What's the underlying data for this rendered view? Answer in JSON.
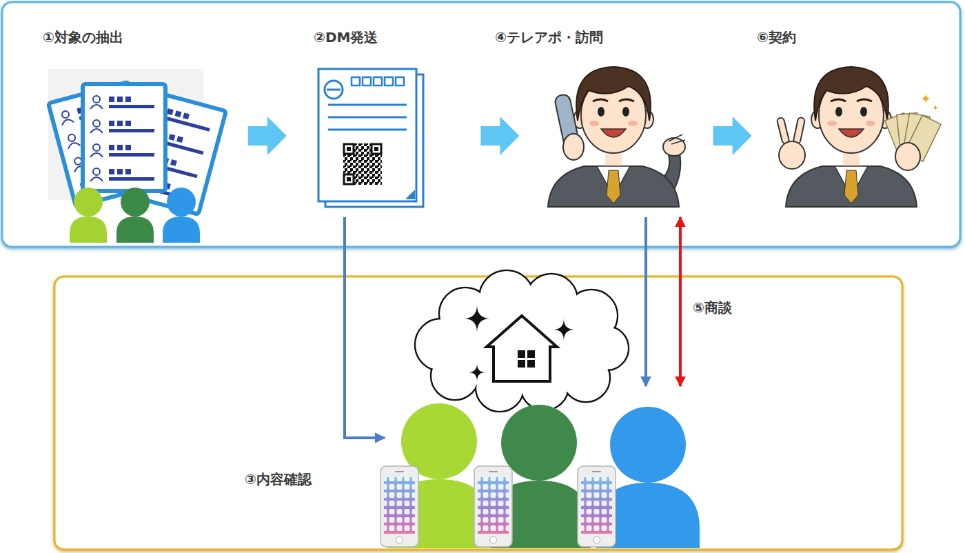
{
  "diagram": {
    "nodes": [
      {
        "text": [
          "①対象の抽出"
        ]
      },
      {
        "text": [
          "②DM発送"
        ]
      },
      {
        "text": [
          "④テレアポ・訪問"
        ]
      },
      {
        "text": [
          "⑥契約"
        ]
      },
      {
        "text": [
          "③内容確認"
        ]
      }
    ],
    "edges": [
      {
        "from": 0,
        "to": 1,
        "arrow": "to"
      },
      {
        "from": 1,
        "to": 2,
        "arrow": "to"
      },
      {
        "from": 2,
        "to": 3,
        "arrow": "to"
      },
      {
        "from": 1,
        "to": 4,
        "arrow": "to"
      },
      {
        "from": 2,
        "to": 4,
        "arrow": "to"
      },
      {
        "from": 2,
        "to": 4,
        "label": "⑤商談",
        "arrow": "both"
      }
    ]
  }
}
